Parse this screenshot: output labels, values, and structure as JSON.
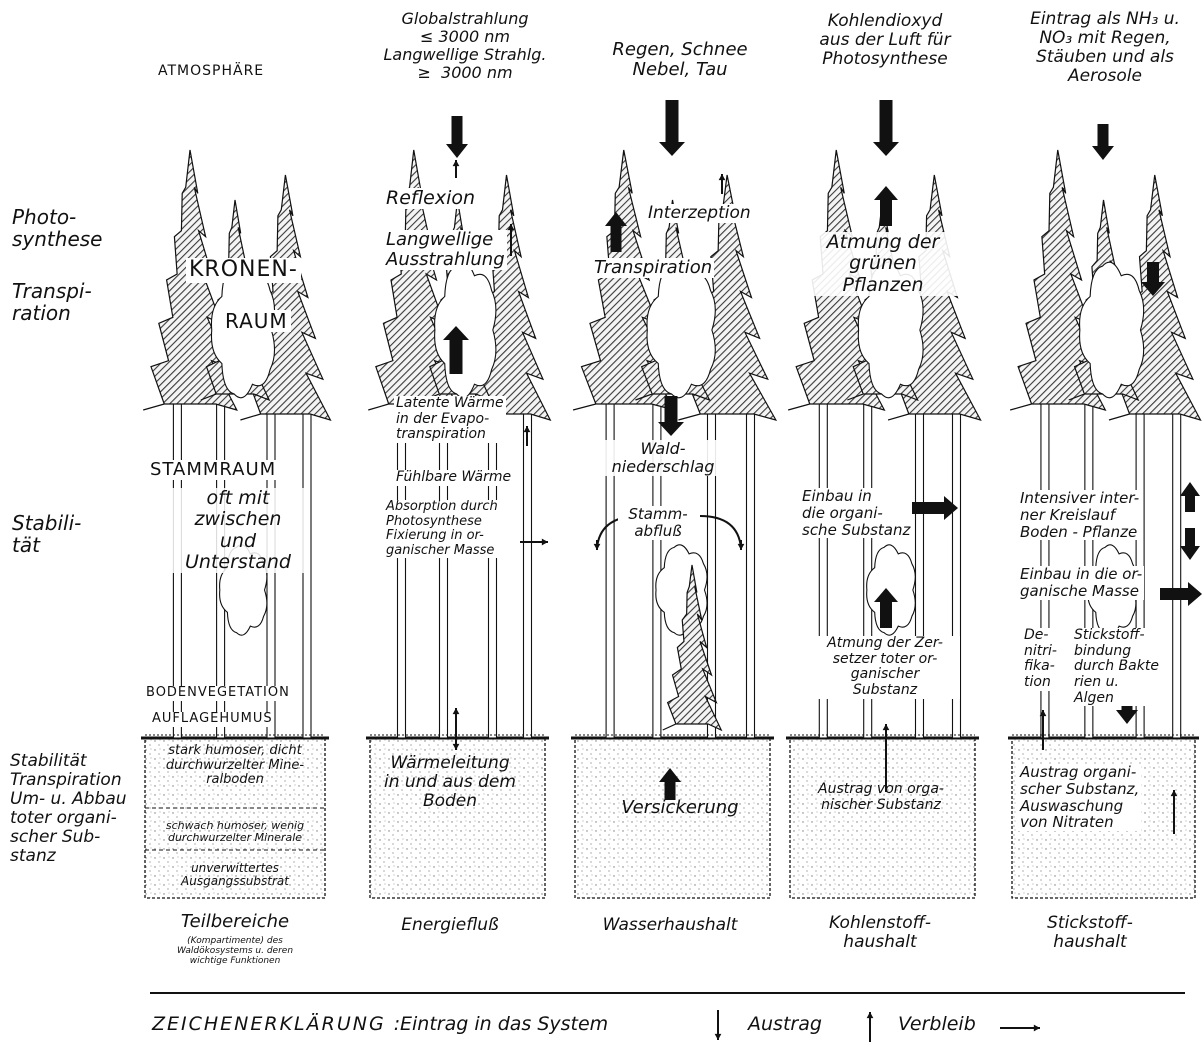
{
  "colors": {
    "ink": "#111111",
    "tree_hatch": "#3a3a3a",
    "soil_speckle": "#777777"
  },
  "top_labels": {
    "atmosphaere": "ATMOSPHÄRE",
    "energie": "Globalstrahlung\n≤ 3000 nm\nLangwellige Strahlg.\n≥  3000 nm",
    "wasser": "Regen, Schnee\nNebel, Tau",
    "kohlenstoff": "Kohlendioxyd\naus der Luft für\nPhotosynthese",
    "stickstoff": "Eintrag als NH₃ u.\nNO₃ mit Regen,\nStäuben und als\nAerosole"
  },
  "left_labels": {
    "photosynthese": "Photo-\nsynthese",
    "transpiration": "Transpi-\nration",
    "stabilitaet": "Stabili-\ntät",
    "soil": "Stabilität\nTranspiration\nUm- u. Abbau\ntoter organi-\nscher Sub-\nstanz"
  },
  "col1": {
    "kronen": "KRONEN-",
    "raum": "RAUM",
    "stammraum": "STAMMRAUM",
    "unterstand": "oft mit\nzwischen\nund\nUnterstand",
    "bodenvegetation": "BODENVEGETATION",
    "auflagehumus": "AUFLAGEHUMUS",
    "soil1": "stark humoser, dicht\ndurchwurzelter Mine-\nralboden",
    "soil2": "schwach humoser, wenig\ndurchwurzelter Minerale",
    "soil3": "unverwittertes\nAusgangssubstrat",
    "caption": "Teilbereiche",
    "caption_sub": "(Kompartimente) des\nWaldökosystems u. deren\nwichtige Funktionen"
  },
  "col2": {
    "reflexion": "Reflexion",
    "langwellig": "Langwellige\nAusstrahlung",
    "latent": "Latente Wärme\nin der Evapo-\ntranspiration",
    "fuehlbar": "Fühlbare Wärme",
    "absorption": "Absorption durch\nPhotosynthese\nFixierung in or-\nganischer Masse",
    "waermeleitung": "Wärmeleitung\nin und aus dem\nBoden",
    "caption": "Energiefluß"
  },
  "col3": {
    "interzeption": "Interzeption",
    "transpiration": "Transpiration",
    "waldniederschlag": "Wald-\nniederschlag",
    "stammabfluss": "Stamm-\nabfluß",
    "versickerung": "Versickerung",
    "caption": "Wasserhaushalt"
  },
  "col4": {
    "atmung": "Atmung der\ngrünen\nPflanzen",
    "einbau": "Einbau in\ndie organi-\nsche Substanz",
    "atmung_zersetzer": "Atmung der Zer-\nsetzer toter or-\nganischer\nSubstanz",
    "austrag": "Austrag von orga-\nnischer Substanz",
    "caption": "Kohlenstoff-\nhaushalt"
  },
  "col5": {
    "kreislauf": "Intensiver inter-\nner Kreislauf\nBoden - Pflanze",
    "einbau": "Einbau in die or-\nganische Masse",
    "denitri": "De-\nnitri-\nfika-\ntion",
    "stickstoffbindung": "Stickstoff-\nbindung\ndurch Bakte\nrien u.\nAlgen",
    "austrag": "Austrag organi-\nscher Substanz,\nAuswaschung\nvon Nitraten",
    "caption": "Stickstoff-\nhaushalt"
  },
  "legend": {
    "title": "ZEICHENERKLÄRUNG :",
    "eintrag": "Eintrag in das System",
    "austrag": "Austrag",
    "verbleib": "Verbleib"
  }
}
